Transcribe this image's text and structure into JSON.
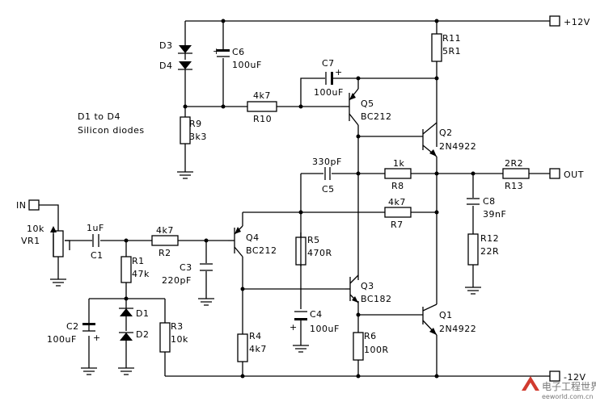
{
  "rails": {
    "pos": "+12V",
    "neg": "-12V"
  },
  "terminals": {
    "in": "IN",
    "out": "OUT"
  },
  "note": {
    "line1": "D1 to D4",
    "line2": "Silicon diodes"
  },
  "components": {
    "D3": {
      "ref": "D3"
    },
    "D4": {
      "ref": "D4"
    },
    "C6": {
      "ref": "C6",
      "value": "100uF"
    },
    "R11": {
      "ref": "R11",
      "value": "5R1"
    },
    "C7": {
      "ref": "C7",
      "value": "100uF"
    },
    "R10": {
      "ref": "R10",
      "value": "4k7"
    },
    "Q5": {
      "ref": "Q5",
      "value": "BC212"
    },
    "Q2": {
      "ref": "Q2",
      "value": "2N4922"
    },
    "R9": {
      "ref": "R9",
      "value": "3k3"
    },
    "C5": {
      "ref": "C5",
      "value": "330pF"
    },
    "R8": {
      "ref": "R8",
      "value": "1k"
    },
    "R13": {
      "ref": "R13",
      "value": "2R2"
    },
    "R7": {
      "ref": "R7",
      "value": "4k7"
    },
    "C8": {
      "ref": "C8",
      "value": "39nF"
    },
    "R12": {
      "ref": "R12",
      "value": "22R"
    },
    "VR1": {
      "ref": "VR1",
      "value": "10k"
    },
    "C1": {
      "ref": "C1",
      "value": "1uF"
    },
    "R2": {
      "ref": "R2",
      "value": "4k7"
    },
    "Q4": {
      "ref": "Q4",
      "value": "BC212"
    },
    "R5": {
      "ref": "R5",
      "value": "470R"
    },
    "C3": {
      "ref": "C3",
      "value": "220pF"
    },
    "R1": {
      "ref": "R1",
      "value": "47k"
    },
    "Q3": {
      "ref": "Q3",
      "value": "BC182"
    },
    "C4": {
      "ref": "C4",
      "value": "100uF"
    },
    "D1": {
      "ref": "D1"
    },
    "D2": {
      "ref": "D2"
    },
    "C2": {
      "ref": "C2",
      "value": "100uF"
    },
    "R3": {
      "ref": "R3",
      "value": "10k"
    },
    "R4": {
      "ref": "R4",
      "value": "4k7"
    },
    "R6": {
      "ref": "R6",
      "value": "100R"
    },
    "Q1": {
      "ref": "Q1",
      "value": "2N4922"
    }
  },
  "polarity": {
    "plus": "+"
  },
  "watermark": {
    "brand": "电子工程世界",
    "site": "eeworld.com.cn"
  }
}
